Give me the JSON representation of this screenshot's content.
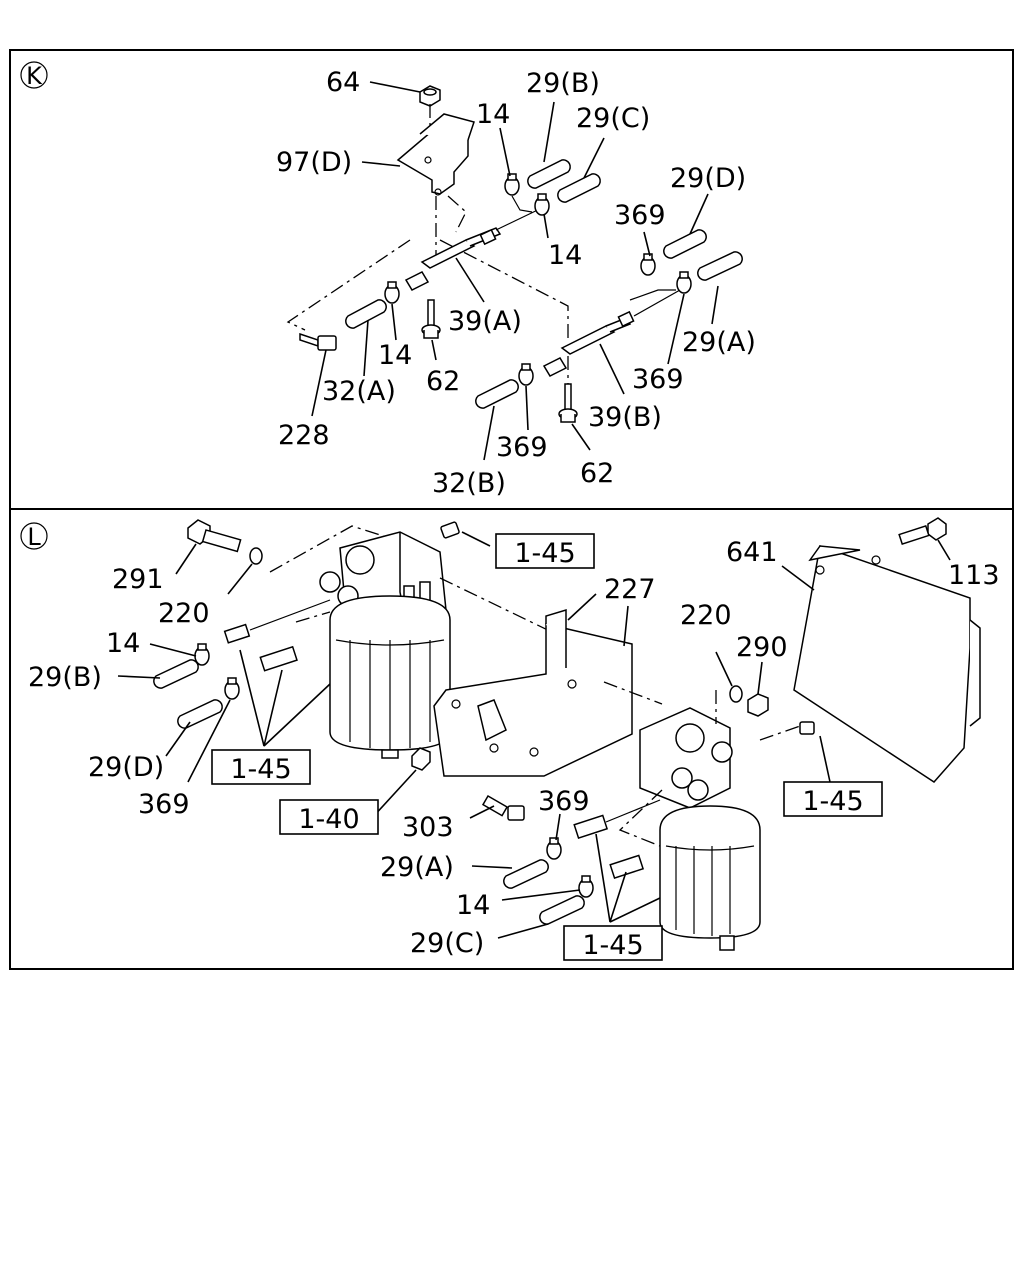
{
  "sections": {
    "k": {
      "letter": "K"
    },
    "l": {
      "letter": "L"
    }
  },
  "labels_k": {
    "p64": "64",
    "p97d": "97(D)",
    "p14a": "14",
    "p29b": "29(B)",
    "p29c": "29(C)",
    "p14b": "14",
    "p29d": "29(D)",
    "p369a": "369",
    "p39a": "39(A)",
    "p14c": "14",
    "p62a": "62",
    "p32a": "32(A)",
    "p228": "228",
    "p29a": "29(A)",
    "p369b": "369",
    "p39b": "39(B)",
    "p369c": "369",
    "p62b": "62",
    "p32b": "32(B)"
  },
  "labels_l": {
    "p291": "291",
    "p220a": "220",
    "p14a": "14",
    "p29b": "29(B)",
    "p29d": "29(D)",
    "p369a": "369",
    "p227": "227",
    "p641": "641",
    "p113": "113",
    "p220b": "220",
    "p290": "290",
    "p303": "303",
    "p369b": "369",
    "p29a": "29(A)",
    "p14b": "14",
    "p29c": "29(C)"
  },
  "refs_l": {
    "r145a": "1-45",
    "r145b": "1-45",
    "r140": "1-40",
    "r145c": "1-45",
    "r145d": "1-45"
  }
}
